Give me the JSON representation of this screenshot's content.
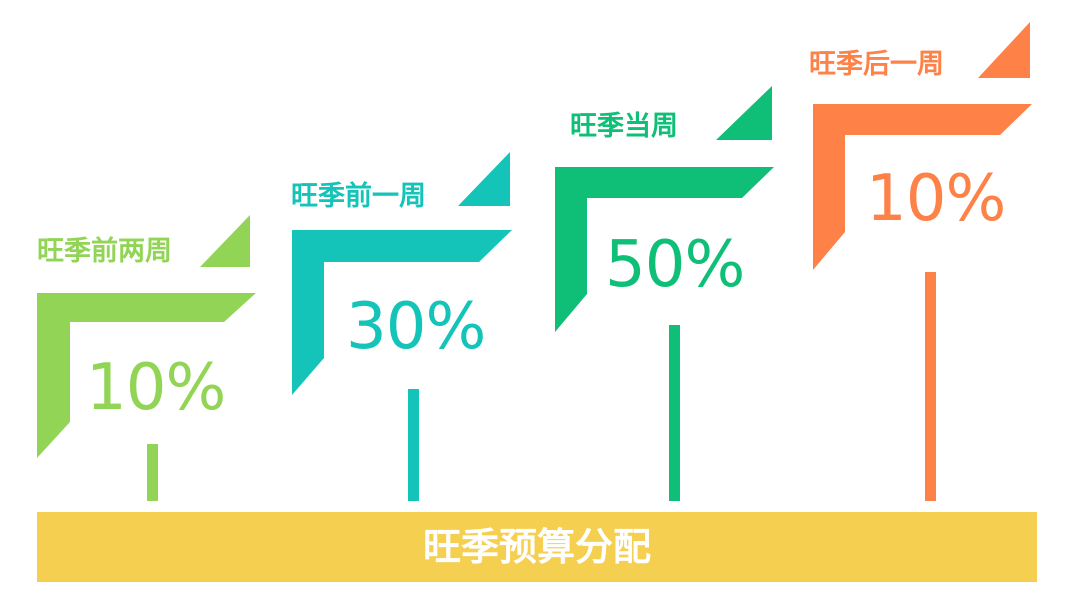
{
  "colors": {
    "stage_1": "#92d556",
    "stage_2": "#14c4b8",
    "stage_3": "#0fbf78",
    "stage_4": "#fe8248",
    "base_bar": "#f5cf4f",
    "base_text": "#ffffff"
  },
  "stages": [
    {
      "label": "旺季前两周",
      "value": "10%"
    },
    {
      "label": "旺季前一周",
      "value": "30%"
    },
    {
      "label": "旺季当周",
      "value": "50%"
    },
    {
      "label": "旺季后一周",
      "value": "10%"
    }
  ],
  "base": {
    "label": "旺季预算分配"
  }
}
